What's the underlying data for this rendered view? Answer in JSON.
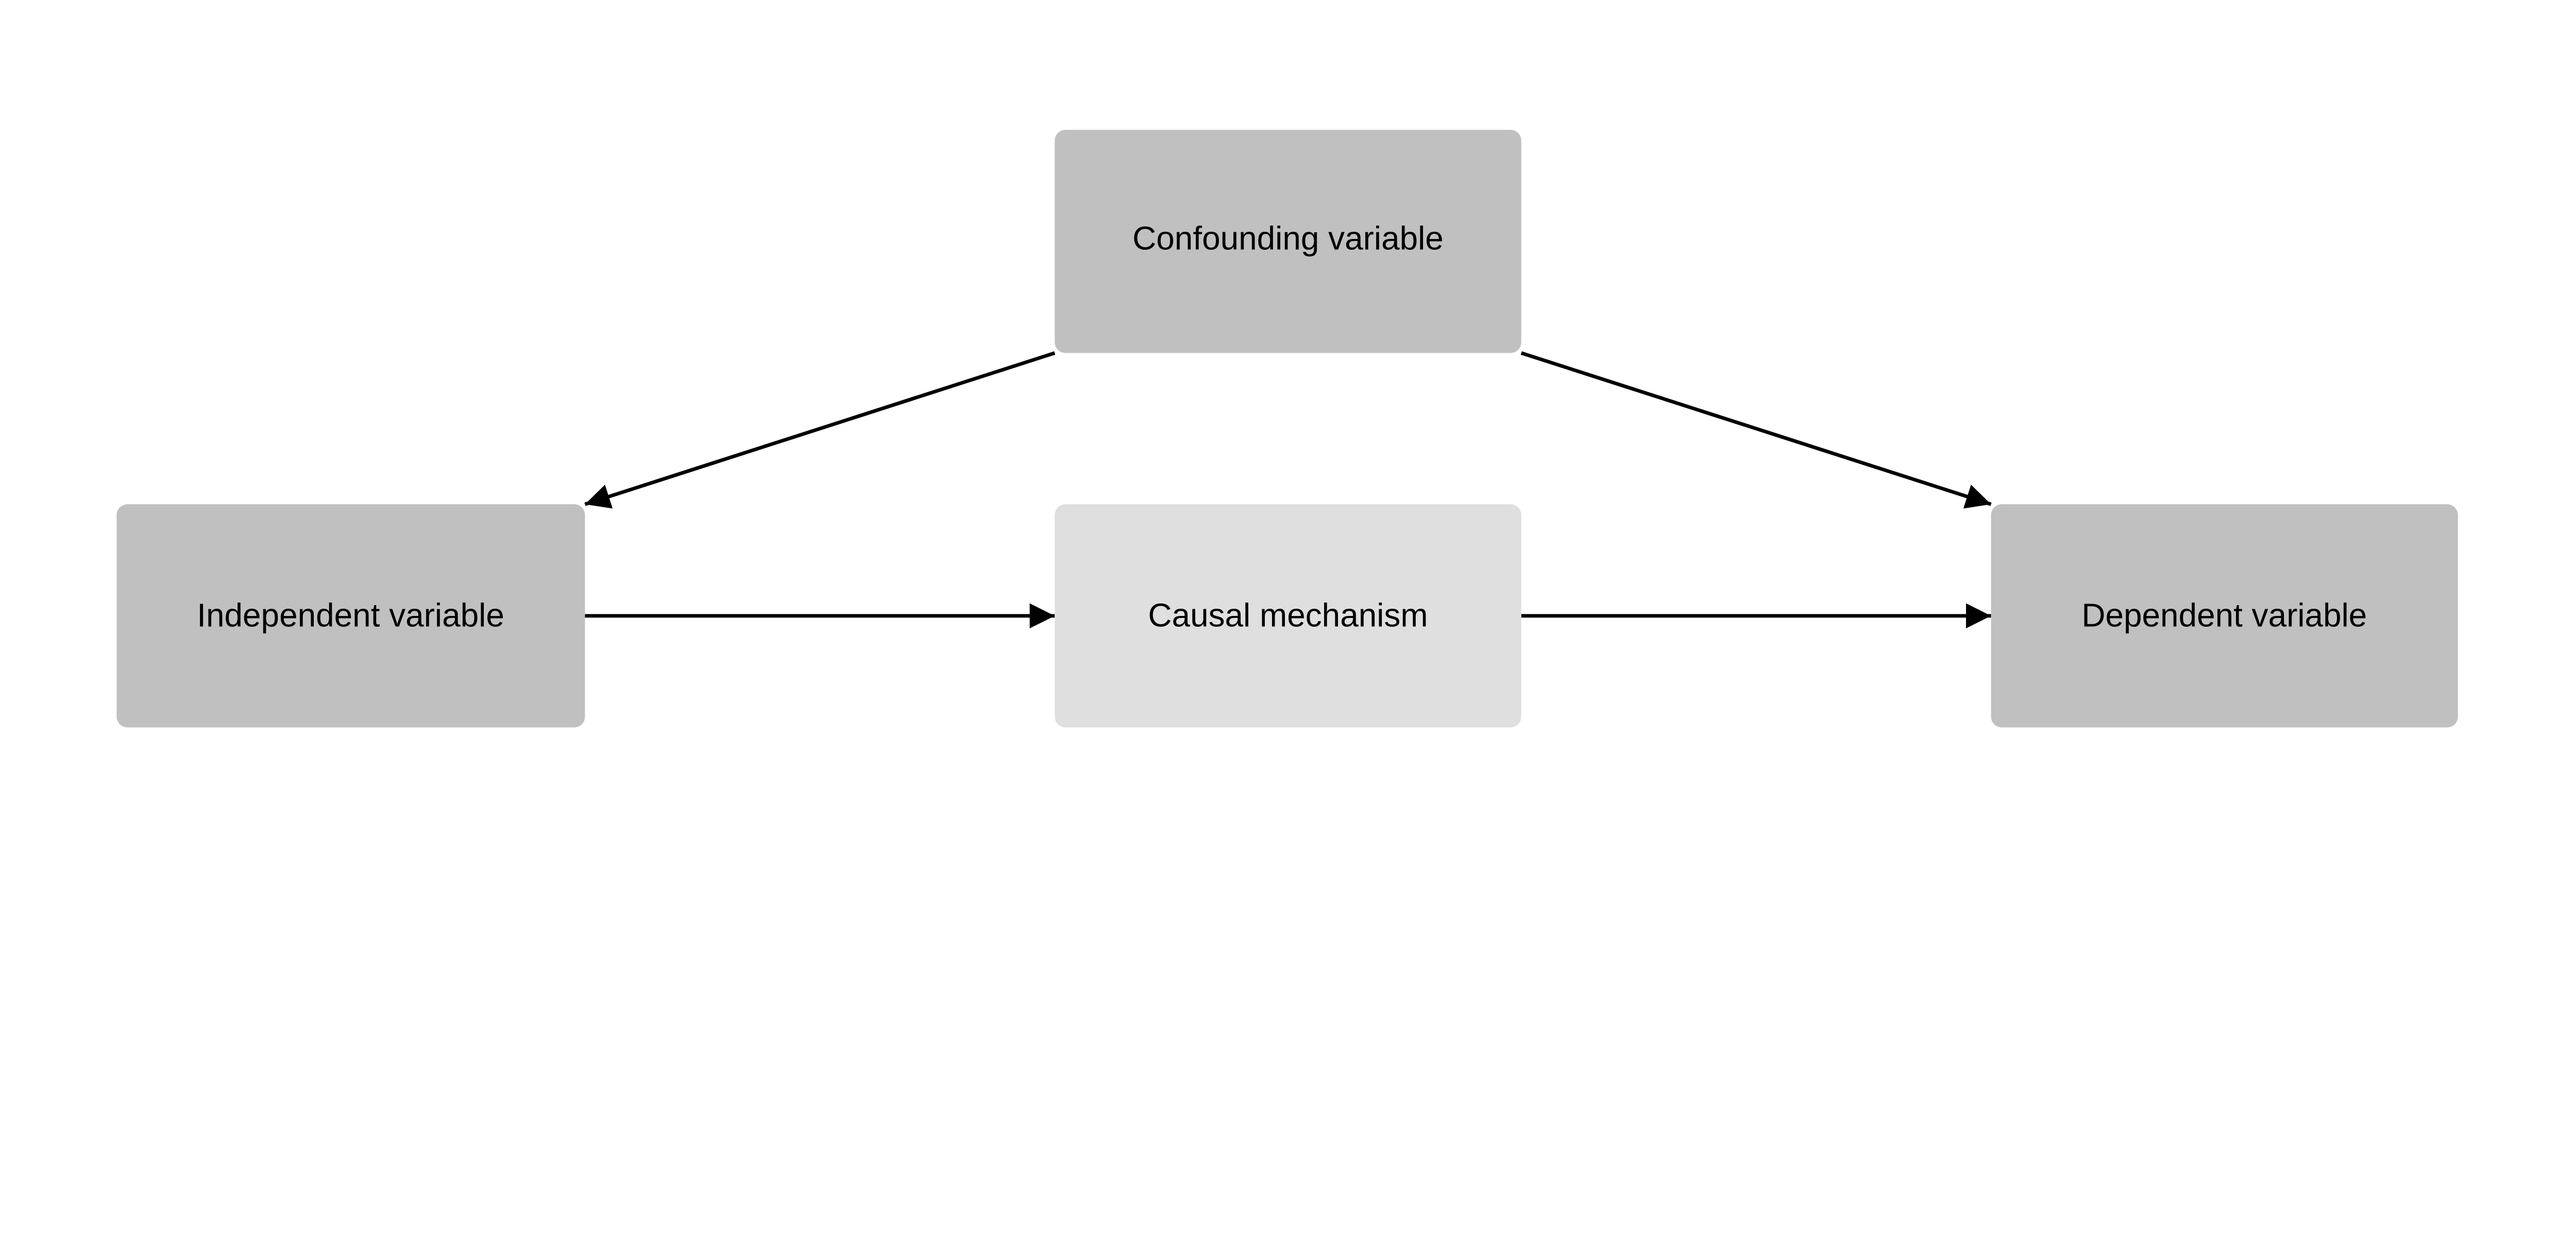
{
  "diagram": {
    "nodes": [
      {
        "id": "confounding",
        "label": "Confounding variable",
        "color": "#c0c0c0"
      },
      {
        "id": "independent",
        "label": "Independent variable",
        "color": "#c0c0c0"
      },
      {
        "id": "mechanism",
        "label": "Causal mechanism",
        "color": "#dfdfdf"
      },
      {
        "id": "dependent",
        "label": "Dependent variable",
        "color": "#c0c0c0"
      }
    ],
    "edges": [
      {
        "from": "confounding",
        "to": "independent"
      },
      {
        "from": "confounding",
        "to": "dependent"
      },
      {
        "from": "independent",
        "to": "mechanism"
      },
      {
        "from": "mechanism",
        "to": "dependent"
      }
    ],
    "edge_color": "#000000"
  }
}
